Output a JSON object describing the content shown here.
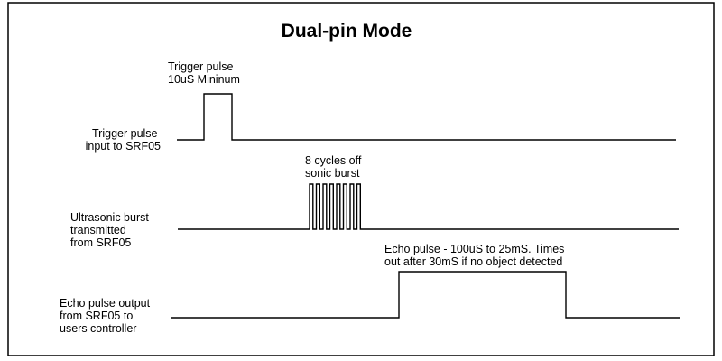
{
  "title": "Dual-pin Mode",
  "signals": {
    "trigger": {
      "label_lines": [
        "Trigger pulse",
        "input to SRF05"
      ],
      "annotation_lines": [
        "Trigger pulse",
        "10uS Mininum"
      ]
    },
    "burst": {
      "label_lines": [
        "Ultrasonic burst",
        "transmitted",
        "from SRF05"
      ],
      "annotation_lines": [
        "8 cycles off",
        "sonic burst"
      ],
      "cycles": 8
    },
    "echo": {
      "label_lines": [
        "Echo pulse output",
        "from SRF05 to",
        "users controller"
      ],
      "annotation_lines": [
        "Echo pulse - 100uS to 25mS. Times",
        "out after 30mS if no object detected"
      ]
    }
  }
}
